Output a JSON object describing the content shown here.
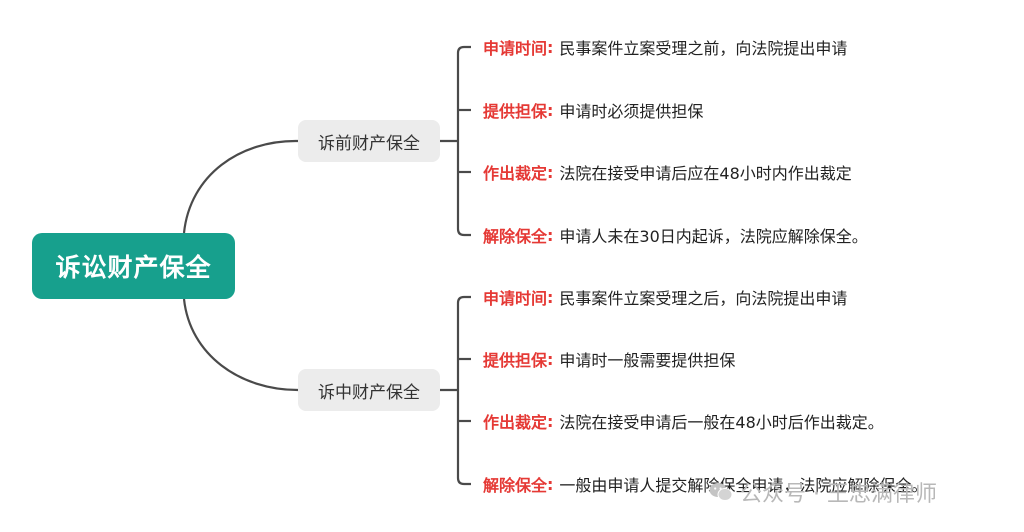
{
  "mindmap": {
    "root": "诉讼财产保全",
    "branches": [
      {
        "label": "诉前财产保全",
        "items": [
          {
            "key": "申请时间",
            "sep": ":",
            "value": "民事案件立案受理之前，向法院提出申请"
          },
          {
            "key": "提供担保",
            "sep": ":",
            "value": "申请时必须提供担保"
          },
          {
            "key": "作出裁定",
            "sep": ":",
            "value": "法院在接受申请后应在48小时内作出裁定"
          },
          {
            "key": "解除保全",
            "sep": ":",
            "value": "申请人未在30日内起诉，法院应解除保全。"
          }
        ]
      },
      {
        "label": "诉中财产保全",
        "items": [
          {
            "key": "申请时间",
            "sep": ":",
            "value": "民事案件立案受理之后，向法院提出申请"
          },
          {
            "key": "提供担保",
            "sep": ":",
            "value": "申请时一般需要提供担保"
          },
          {
            "key": "作出裁定",
            "sep": ":",
            "value": "法院在接受申请后一般在48小时后作出裁定。"
          },
          {
            "key": "解除保全",
            "sep": ":",
            "value": "一般由申请人提交解除保全申请，法院应解除保全。"
          }
        ]
      }
    ]
  },
  "watermark": {
    "text": "公众号 · 王忠满律师",
    "icon": "wechat-icon"
  },
  "colors": {
    "root_bg": "#17a08d",
    "branch_bg": "#ececec",
    "key_text": "#e53935",
    "line": "#4a4a4a"
  }
}
